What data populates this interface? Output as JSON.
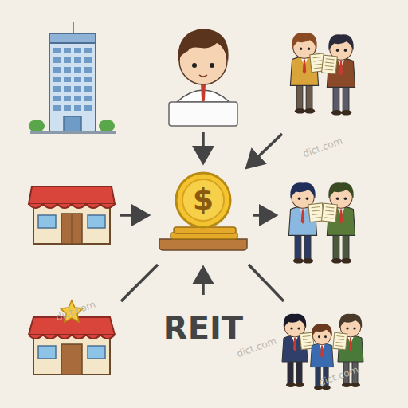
{
  "diagram": {
    "labels": [
      "$",
      "REIT",
      "dict.com",
      "dict.com",
      "dict.com",
      "dict.com"
    ]
  }
}
